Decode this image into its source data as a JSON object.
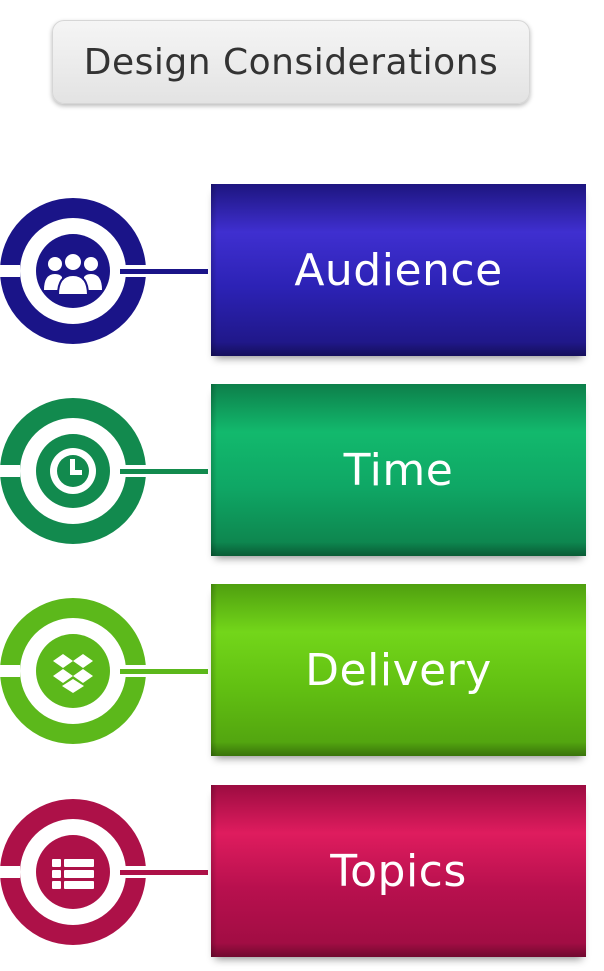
{
  "title": "Design Considerations",
  "items": [
    {
      "label": "Audience",
      "icon": "audience-group-icon",
      "color": "#1a1488",
      "panel_top": "#2c22b5",
      "panel_mid": "#3f2fd0",
      "panel_bottom": "#1d157f"
    },
    {
      "label": "Time",
      "icon": "clock-icon",
      "color": "#128a4e",
      "panel_top": "#0fa765",
      "panel_mid": "#12b96d",
      "panel_bottom": "#0d7f4a"
    },
    {
      "label": "Delivery",
      "icon": "box-icon",
      "color": "#5cb81b",
      "panel_top": "#62c012",
      "panel_mid": "#73d61a",
      "panel_bottom": "#4f9f0f"
    },
    {
      "label": "Topics",
      "icon": "list-icon",
      "color": "#ad1148",
      "panel_top": "#b8104e",
      "panel_mid": "#df1c5e",
      "panel_bottom": "#9c0c41"
    }
  ]
}
